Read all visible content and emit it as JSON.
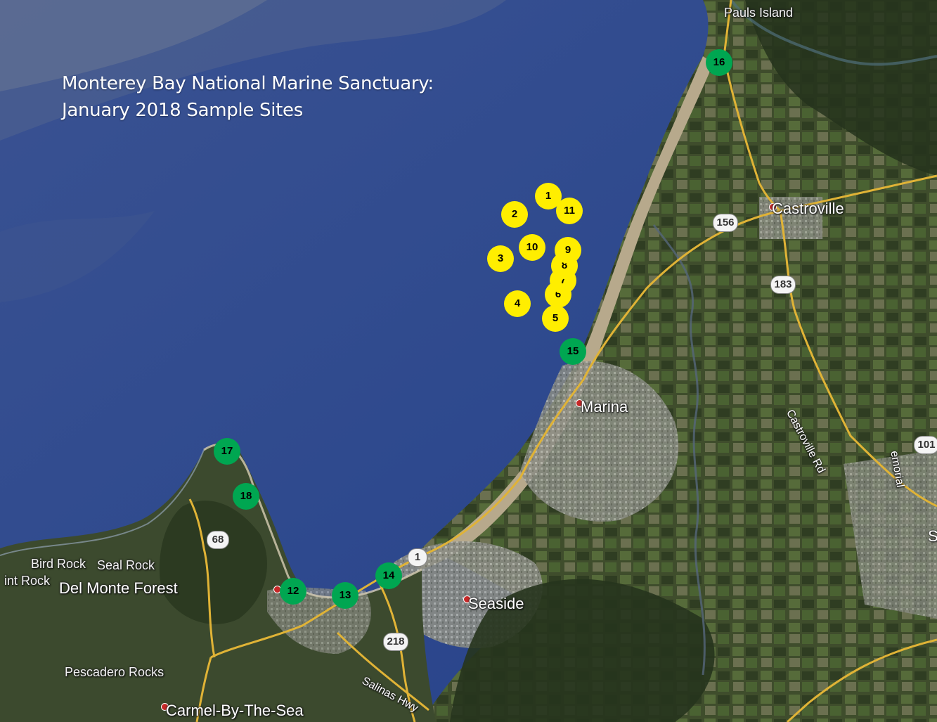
{
  "title": {
    "line1": "Monterey Bay National Marine Sanctuary:",
    "line2": "January 2018 Sample Sites"
  },
  "places": {
    "pauls_island": "Pauls Island",
    "castroville": "Castroville",
    "marina": "Marina",
    "seaside": "Seaside",
    "del_monte_forest": "Del Monte Forest",
    "bird_rock": "Bird Rock",
    "seal_rock": "Seal Rock",
    "point_rock": "int Rock",
    "pescadero_rocks": "Pescadero Rocks",
    "carmel": "Carmel-By-The-Sea",
    "castroville_rd": "Castroville Rd",
    "salinas_hwy": "Salinas Hwy",
    "memorial": "emorial",
    "edge_s": "S"
  },
  "shields": {
    "h156": "156",
    "h183": "183",
    "h1": "1",
    "h68": "68",
    "h218": "218",
    "h101": "101"
  },
  "sites": {
    "yellow": [
      "1",
      "2",
      "3",
      "4",
      "5",
      "6",
      "7",
      "8",
      "9",
      "10",
      "11"
    ],
    "green": [
      "12",
      "13",
      "14",
      "15",
      "16",
      "17",
      "18"
    ]
  },
  "colors": {
    "offshore_site": "#ffee00",
    "shore_site": "#00a651",
    "ocean": "#2c4587",
    "land": "#3e4a2e",
    "highway": "#e0b336"
  }
}
